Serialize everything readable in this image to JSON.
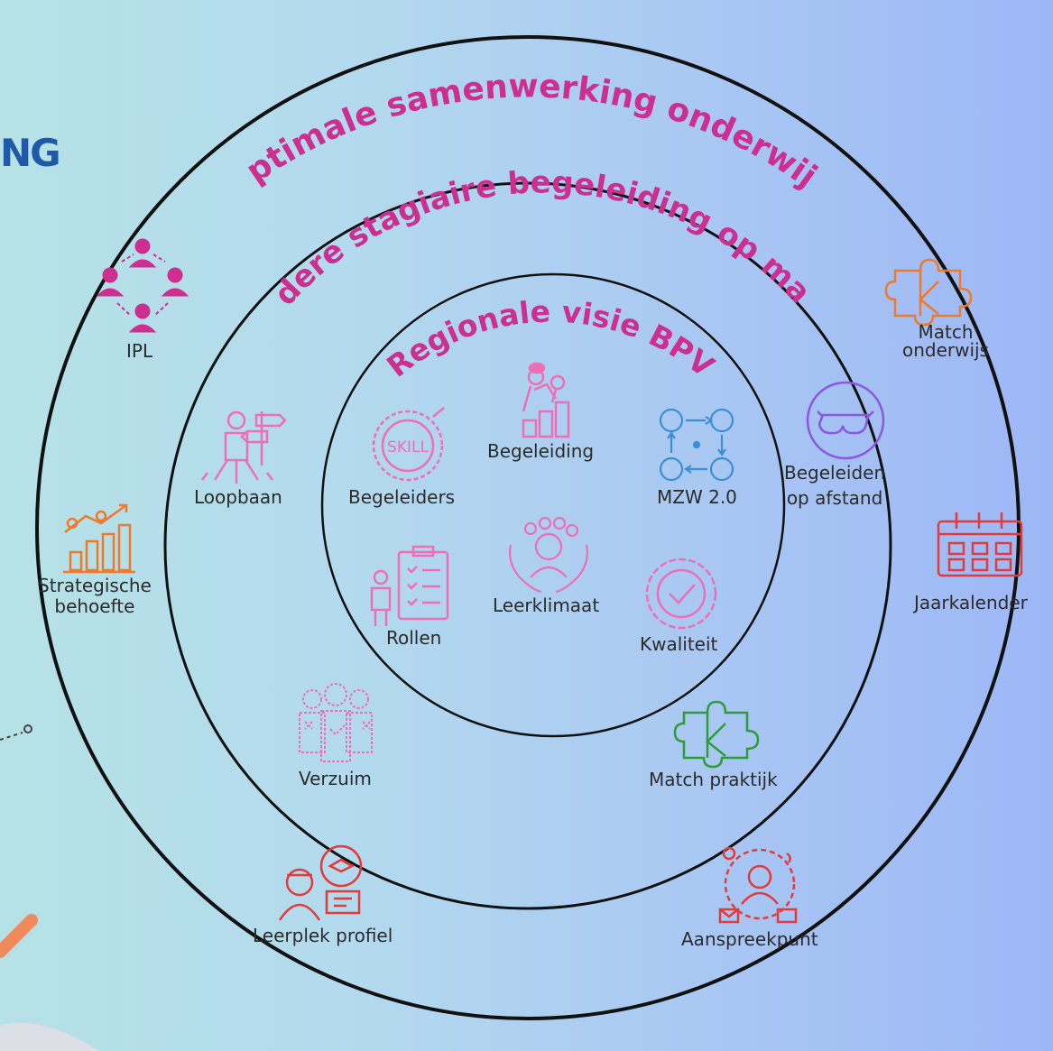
{
  "logo_fragment": "NG",
  "rings": {
    "outer_title": "Optimale samenwerking onderwijs",
    "middle_title": "Iedere stagiaire begeleiding op maat",
    "inner_title": "Regionale visie BPV"
  },
  "outer_items": {
    "ipl": "IPL",
    "strategische": "Strategische\nbehoefte",
    "leerplek": "Leerplek profiel",
    "aanspreekpunt": "Aanspreekpunt",
    "jaarkalender": "Jaarkalender",
    "match_onderwijs": "Match\nonderwijs"
  },
  "middle_items": {
    "loopbaan": "Loopbaan",
    "verzuim": "Verzuim",
    "match_praktijk": "Match praktijk",
    "begeleiden_afstand": "Begeleiden\nop afstand"
  },
  "inner_items": {
    "begeleiding": "Begeleiding",
    "begeleiders": "Begeleiders",
    "mzw": "MZW 2.0",
    "rollen": "Rollen",
    "leerklimaat": "Leerklimaat",
    "kwaliteit": "Kwaliteit"
  },
  "colors": {
    "magenta": "#cc2f8f",
    "pink": "#ee6fb5",
    "orange": "#f07a2a",
    "red": "#e23b3b",
    "blue": "#3a8fd6",
    "green": "#2f9c3a",
    "purple": "#8a58e0"
  },
  "icons": {
    "ipl": "people-network-icon",
    "strategische": "growth-chart-icon",
    "leerplek": "graduate-profile-icon",
    "aanspreekpunt": "contact-person-icon",
    "jaarkalender": "calendar-icon",
    "match_onderwijs": "puzzle-handshake-icon",
    "loopbaan": "career-signpost-icon",
    "verzuim": "absence-people-icon",
    "match_praktijk": "puzzle-handshake-icon",
    "begeleiden_afstand": "vr-glasses-icon",
    "begeleiding": "coaching-steps-icon",
    "begeleiders": "skill-badge-icon",
    "mzw": "network-people-icon",
    "rollen": "clipboard-person-icon",
    "leerklimaat": "caring-hands-icon",
    "kwaliteit": "quality-check-icon"
  }
}
